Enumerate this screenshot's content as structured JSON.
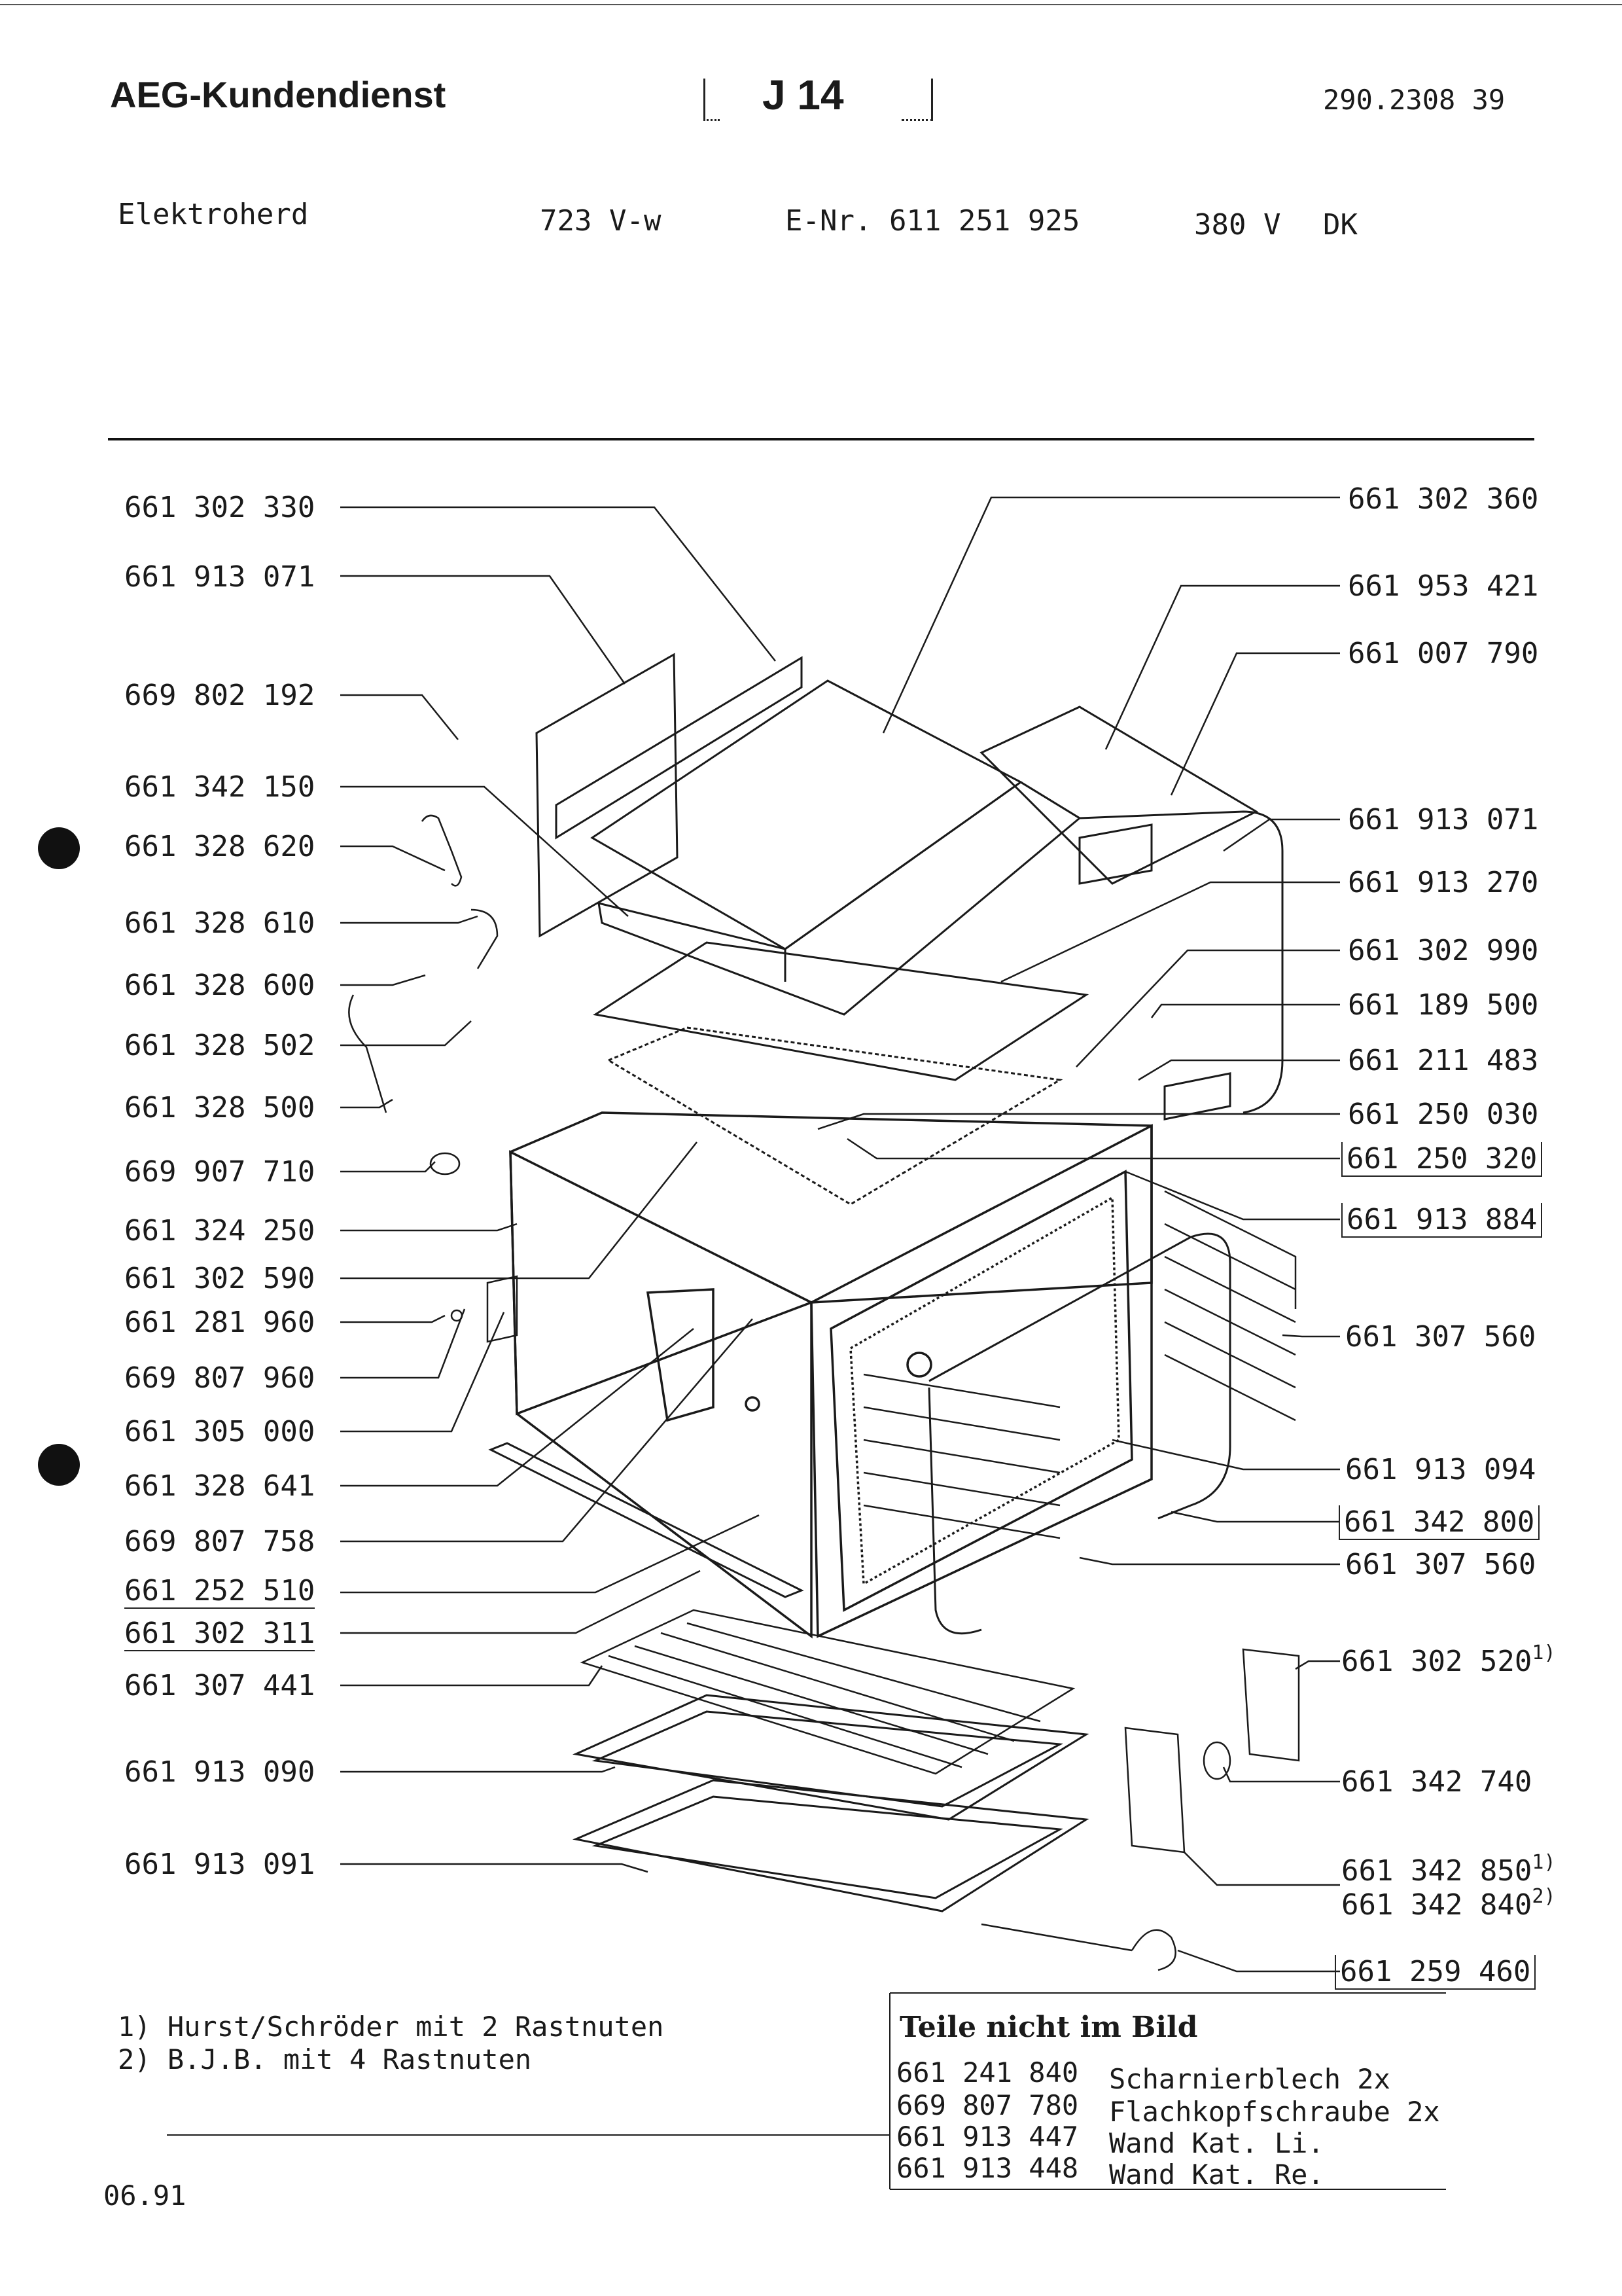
{
  "header": {
    "brand": "AEG-Kundendienst",
    "code": "J 14",
    "doc_number": "290.2308 39"
  },
  "product": {
    "type": "Elektroherd",
    "model": "723 V-w",
    "e_nr": "E-Nr. 611 251 925",
    "voltage": "380 V",
    "country": "DK"
  },
  "parts_left": [
    "661 302 330",
    "661 913 071",
    "669 802 192",
    "661 342 150",
    "661 328 620",
    "661 328 610",
    "661 328 600",
    "661 328 502",
    "661 328 500",
    "669 907 710",
    "661 324 250",
    "661 302 590",
    "661 281 960",
    "669 807 960",
    "661 305 000",
    "661 328 641",
    "669 807 758",
    "661 252 510",
    "661 302 311",
    "661 307 441",
    "661 913 090",
    "661 913 091"
  ],
  "parts_right": [
    "661 302 360",
    "661 953 421",
    "661 007 790",
    "661 913 071",
    "661 913 270",
    "661 302 990",
    "661 189 500",
    "661 211 483",
    "661 250 030",
    "661 250 320",
    "661 913 884",
    "661 307 560",
    "661 913 094",
    "661 342 800",
    "661 307 560",
    "661 302 520",
    "661 342 740",
    "661 342 850",
    "661 342 840",
    "661 259 460"
  ],
  "footnote_marks": {
    "m1": "1)",
    "m2": "2)"
  },
  "notes": [
    "1) Hurst/Schröder mit 2 Rastnuten",
    "2) B.J.B. mit 4 Rastnuten"
  ],
  "not_pictured": {
    "title": "Teile nicht im Bild",
    "rows": [
      {
        "part": "661 241 840",
        "desc": "Scharnierblech 2x"
      },
      {
        "part": "669 807 780",
        "desc": "Flachkopfschraube 2x"
      },
      {
        "part": "661 913 447",
        "desc": "Wand Kat. Li."
      },
      {
        "part": "661 913 448",
        "desc": "Wand Kat. Re."
      }
    ]
  },
  "date": "06.91"
}
